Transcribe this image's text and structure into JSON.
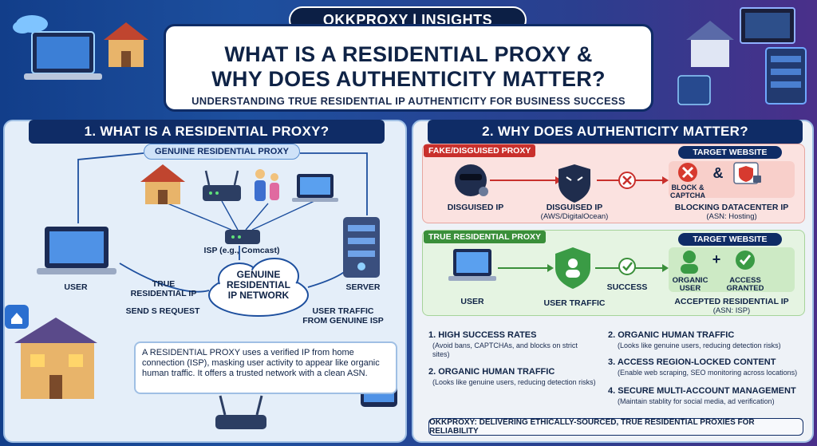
{
  "brand": "OKKPROXY | INSIGHTS",
  "title_line1": "WHAT IS A RESIDENTIAL PROXY &",
  "title_line2": "WHY DOES AUTHENTICITY MATTER?",
  "subtitle": "UNDERSTANDING TRUE RESIDENTIAL IP AUTHENTICITY FOR BUSINESS SUCCESS",
  "left": {
    "heading": "1. WHAT IS A RESIDENTIAL PROXY?",
    "pill": "GENUINE RESIDENTIAL PROXY",
    "isp_label": "ISP (e.g., Comcast)",
    "user_label": "USER",
    "server_label": "SERVER",
    "true_ip_label": "TRUE\nRESIDENTIAL IP",
    "send_request": "SEND S REQUEST",
    "cloud_text": "GENUINE\nRESIDENTIAL\nIP NETWORK",
    "user_traffic": "USER TRAFFIC\nFROM GENUINE ISP",
    "description": "A RESIDENTIAL PROXY uses a verified IP from home connection (ISP), masking user activity to appear like organic human traffic. It offers a trusted network with a clean ASN."
  },
  "right": {
    "heading": "2. WHY DOES AUTHENTICITY MATTER?",
    "fake": {
      "tag": "FAKE/DISGUISED PROXY",
      "target": "TARGET WEBSITE",
      "disguised_ip": "DISGUISED IP",
      "disguised_ip2": "DISGUISED IP",
      "disguised_ip2_sub": "(AWS/DigitalOcean)",
      "block_label": "BLOCK &\nCAPTCHA",
      "amp": "&",
      "blocking": "BLOCKING DATACENTER IP",
      "blocking_sub": "(ASN: Hosting)"
    },
    "true": {
      "tag": "TRUE RESIDENTIAL PROXY",
      "target": "TARGET WEBSITE",
      "user": "USER",
      "user_traffic": "USER TRAFFIC",
      "success": "SUCCESS",
      "organic": "ORGANIC\nUSER",
      "plus": "+",
      "access": "ACCESS\nGRANTED",
      "accepted": "ACCEPTED RESIDENTIAL IP",
      "accepted_sub": "(ASN: ISP)"
    },
    "points": [
      {
        "title": "1.  HIGH SUCCESS RATES",
        "sub": "(Avoid bans, CAPTCHAs, and blocks on strict sites)"
      },
      {
        "title": "2.  ORGANIC HUMAN TRAFFIC",
        "sub": "(Looks like genuine users, reducing detection risks)"
      },
      {
        "title": "2.  ORGANIC HUMAN TRAFFIC",
        "sub": "(Looks like genuine users, reducing detection risks)"
      },
      {
        "title": "3.  ACCESS REGION-LOCKED CONTENT",
        "sub": "(Enable web scraping, SEO monitoring across locations)"
      },
      {
        "title": "4.  SECURE MULTI-ACCOUNT MANAGEMENT",
        "sub": "(Maintain stablity for social media, ad verification)"
      }
    ],
    "footer": "OKKPROXY: DELIVERING ETHICALLY-SOURCED, TRUE RESIDENTIAL PROXIES FOR RELIABILITY"
  },
  "colors": {
    "navy": "#0f2c66",
    "red": "#c9302c",
    "green": "#3a8f3a",
    "panel": "#e4eef9"
  }
}
